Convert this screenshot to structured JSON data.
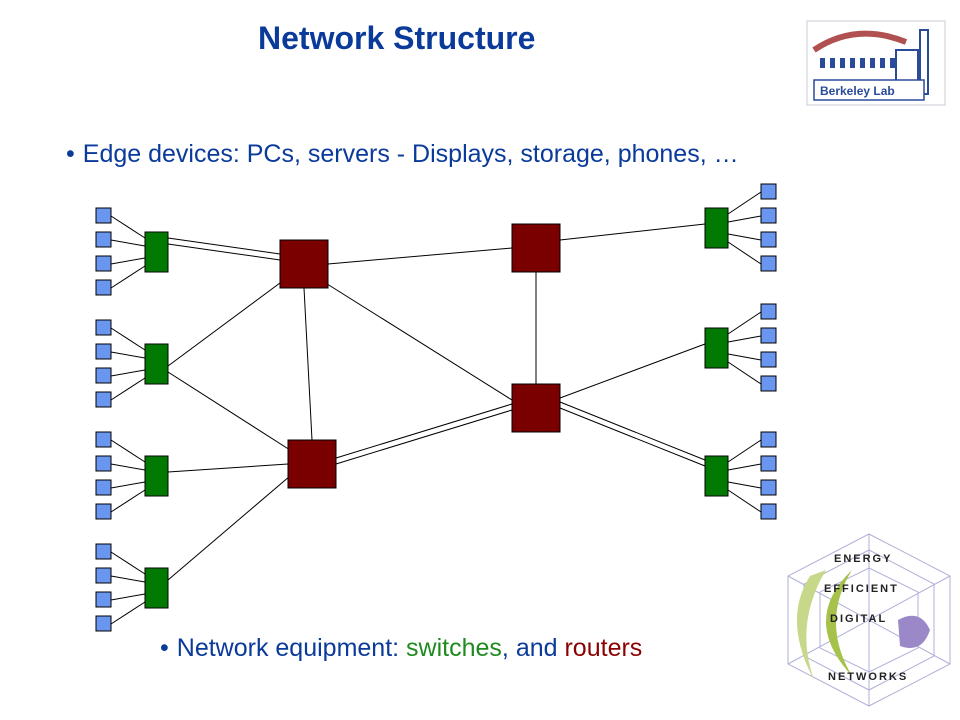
{
  "slide": {
    "title": "Network Structure",
    "bullet_edge": "Edge devices: PCs, servers - Displays, storage, phones, …",
    "bullet_equipment_prefix": "Network equipment: ",
    "bullet_equipment_switches": "switches",
    "bullet_equipment_middle": ", and ",
    "bullet_equipment_routers": "routers"
  },
  "logos": {
    "berkeley_lab": "Berkeley Lab",
    "een": [
      "ENERGY",
      "EFFICIENT",
      "DIGITAL",
      "NETWORKS"
    ]
  },
  "colors": {
    "title": "#0a3a9a",
    "switch": "#007a00",
    "router": "#7a0000",
    "edge_device": "#6a96f0"
  }
}
